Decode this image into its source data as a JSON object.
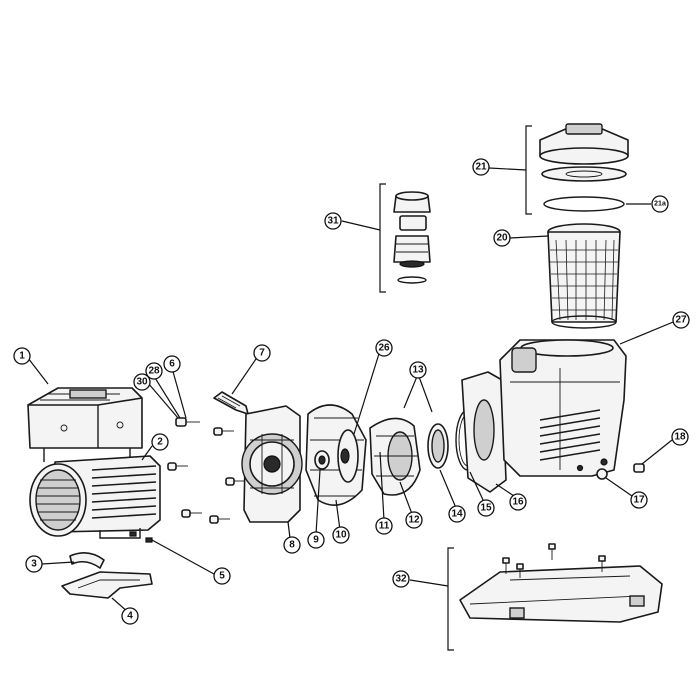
{
  "callouts": [
    {
      "label": "1"
    },
    {
      "label": "2"
    },
    {
      "label": "3"
    },
    {
      "label": "4"
    },
    {
      "label": "5"
    },
    {
      "label": "6"
    },
    {
      "label": "7"
    },
    {
      "label": "8"
    },
    {
      "label": "9"
    },
    {
      "label": "10"
    },
    {
      "label": "11"
    },
    {
      "label": "12"
    },
    {
      "label": "13"
    },
    {
      "label": "14"
    },
    {
      "label": "15"
    },
    {
      "label": "16"
    },
    {
      "label": "17"
    },
    {
      "label": "18"
    },
    {
      "label": "20"
    },
    {
      "label": "21"
    },
    {
      "label": "21a"
    },
    {
      "label": "26"
    },
    {
      "label": "27"
    },
    {
      "label": "28"
    },
    {
      "label": "30"
    },
    {
      "label": "31"
    },
    {
      "label": "32"
    }
  ]
}
